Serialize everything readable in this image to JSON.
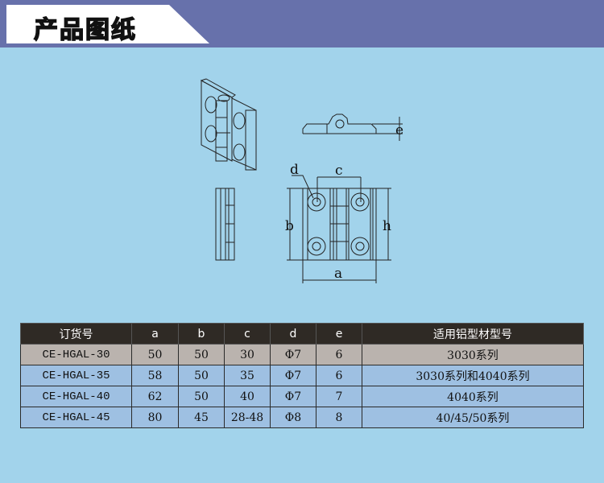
{
  "header": {
    "title": "产品图纸"
  },
  "drawing": {
    "labels": {
      "a": "a",
      "b": "b",
      "c": "c",
      "d": "d",
      "e": "e",
      "h": "h"
    }
  },
  "table": {
    "headers": [
      "订货号",
      "a",
      "b",
      "c",
      "d",
      "e",
      "适用铝型材型号"
    ],
    "rows": [
      [
        "CE-HGAL-30",
        "50",
        "50",
        "30",
        "Φ7",
        "6",
        "3030系列"
      ],
      [
        "CE-HGAL-35",
        "58",
        "50",
        "35",
        "Φ7",
        "6",
        "3030系列和4040系列"
      ],
      [
        "CE-HGAL-40",
        "62",
        "50",
        "40",
        "Φ7",
        "7",
        "4040系列"
      ],
      [
        "CE-HGAL-45",
        "80",
        "45",
        "28-48",
        "Φ8",
        "8",
        "40/45/50系列"
      ]
    ]
  },
  "colors": {
    "band": "#6771ab",
    "background": "#a2d3eb",
    "header_row": "#2f2a25",
    "row_first": "#bab3ae",
    "row_other": "#9ec0e2"
  }
}
